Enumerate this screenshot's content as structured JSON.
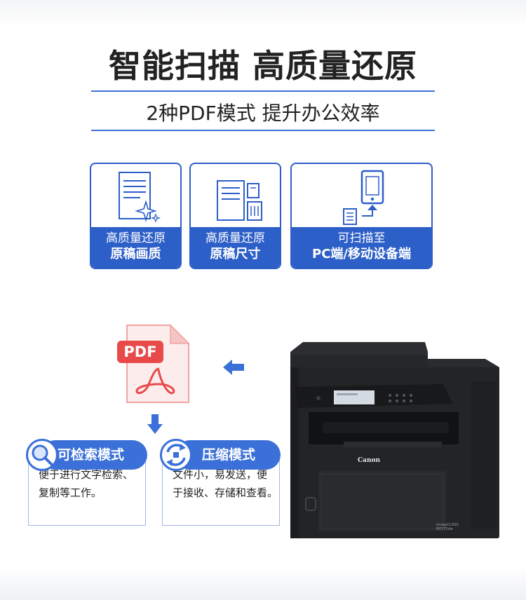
{
  "header": {
    "title": "智能扫描 高质量还原",
    "subtitle": "2种PDF模式 提升办公效率"
  },
  "features": [
    {
      "line1": "高质量还原",
      "line2": "原稿画质",
      "icon": "document-sparkle-icon"
    },
    {
      "line1": "高质量还原",
      "line2": "原稿尺寸",
      "icon": "document-sizes-icon"
    },
    {
      "line1": "可扫描至",
      "line2": "PC端/移动设备端",
      "icon": "scan-to-phone-icon"
    }
  ],
  "pdf_badge": "PDF",
  "modes": [
    {
      "title": "可检索模式",
      "desc1": "便于进行文字检索、",
      "desc2": "复制等工作。",
      "icon": "magnifier-icon"
    },
    {
      "title": "压缩模式",
      "desc1": "文件小，易发送，便",
      "desc2": "于接收、存储和查看。",
      "icon": "compress-arrows-icon"
    }
  ],
  "printer": {
    "brand": "Canon",
    "model_line1": "imageCLASS",
    "model_line2": "MF275dw"
  },
  "colors": {
    "accent": "#2d5fc8",
    "pdf_red": "#e84a4a",
    "printer_body": "#232426"
  }
}
